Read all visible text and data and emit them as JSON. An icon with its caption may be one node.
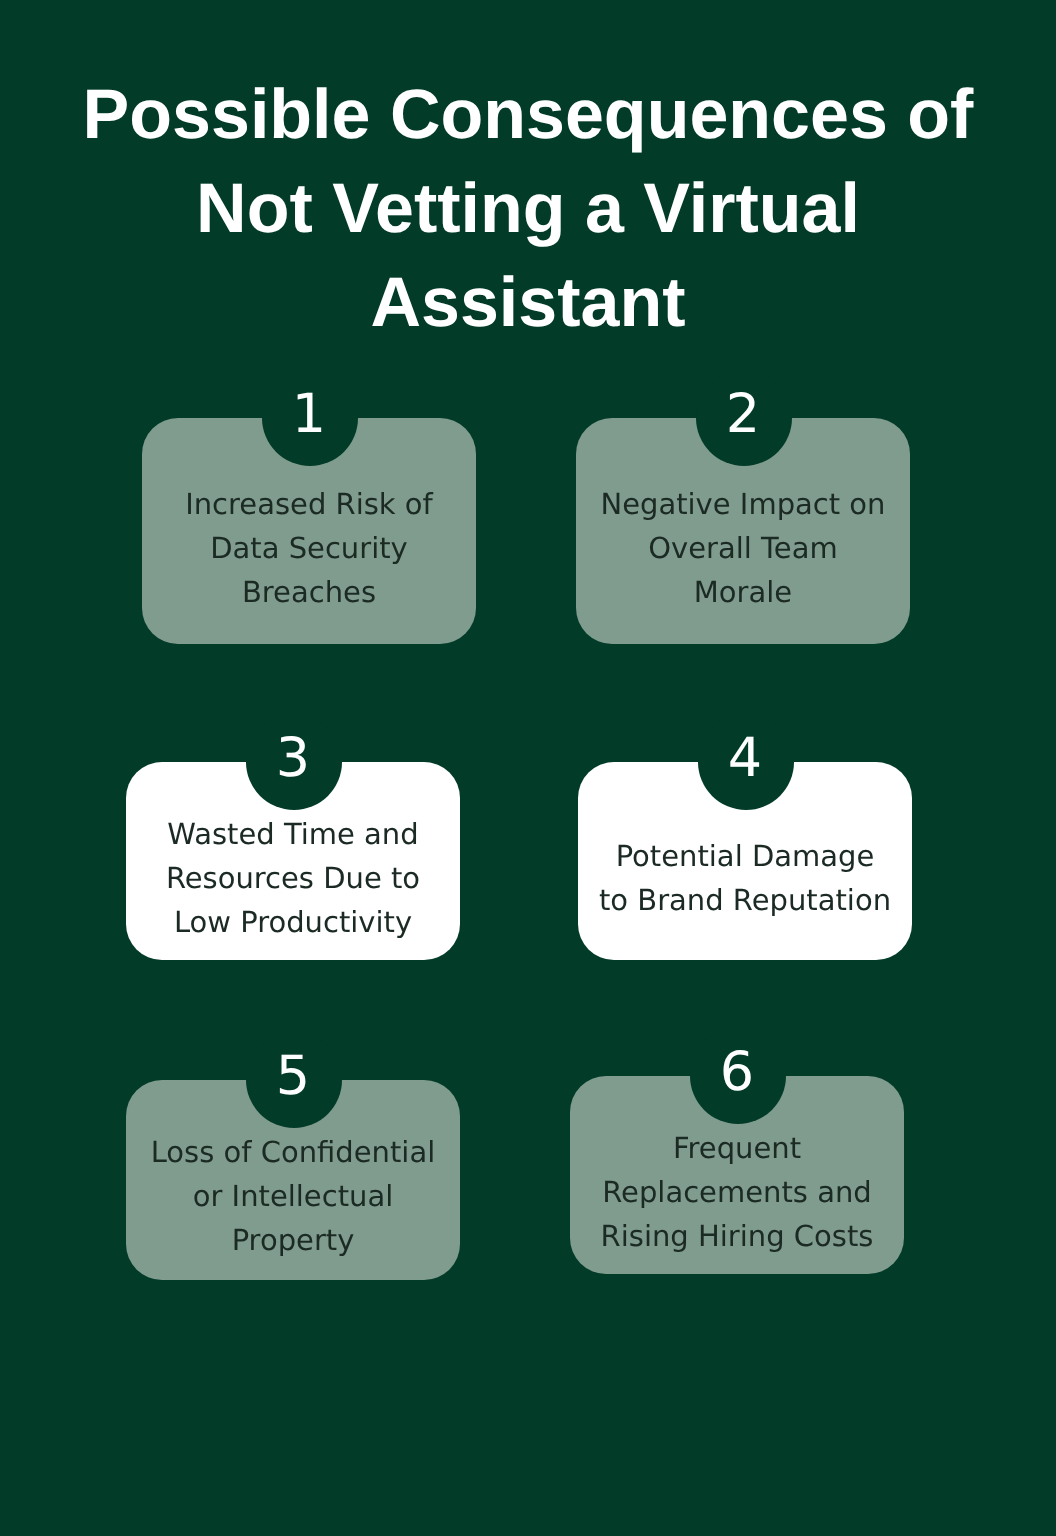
{
  "diagram": {
    "title": "Possible Consequences of Not Vetting a Virtual Assistant",
    "nodes": [
      {
        "text": [
          "1",
          "Increased Risk of Data Security Breaches"
        ]
      },
      {
        "text": [
          "2",
          "Negative Impact on Overall Team Morale"
        ]
      },
      {
        "text": [
          "3",
          "Wasted Time and Resources Due to Low Productivity"
        ]
      },
      {
        "text": [
          "4",
          "Potential Damage to Brand Reputation"
        ]
      },
      {
        "text": [
          "5",
          "Loss of Confidential or Intellectual Property"
        ]
      },
      {
        "text": [
          "6",
          "Frequent Replacements and Rising Hiring Costs"
        ]
      }
    ],
    "edges": []
  }
}
